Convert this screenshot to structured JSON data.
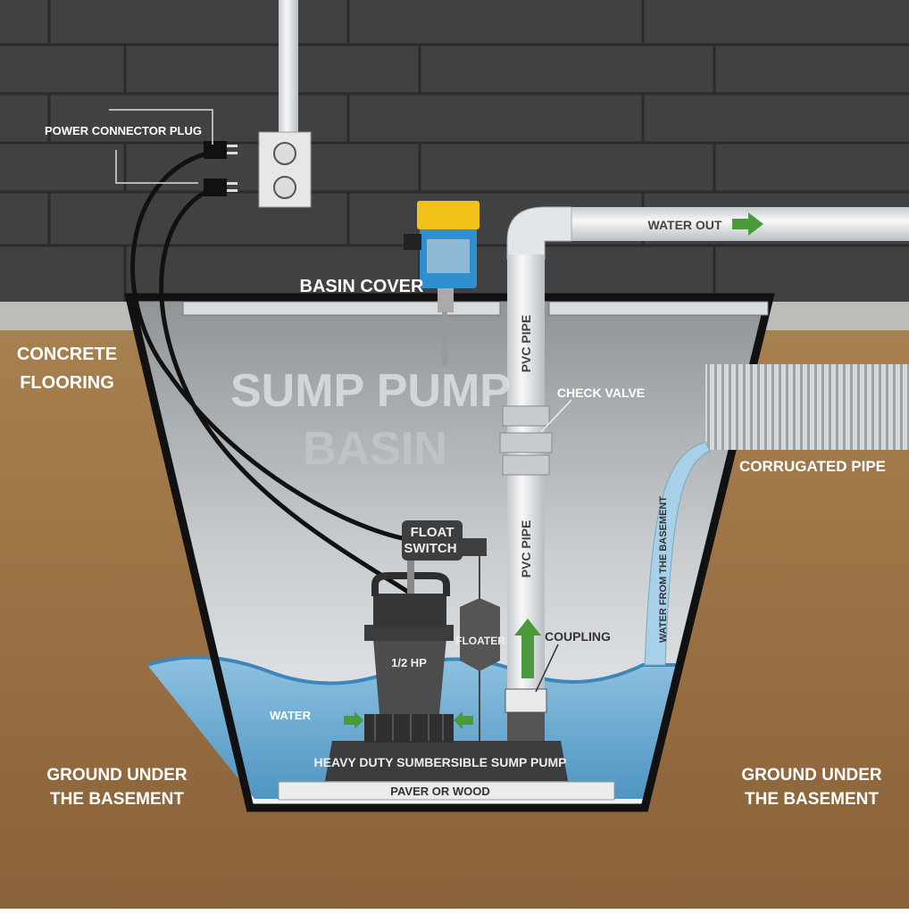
{
  "labels": {
    "power_connector_plug": "POWER CONNECTOR PLUG",
    "basin_cover": "BASIN COVER",
    "water_out": "WATER OUT",
    "concrete_flooring_1": "CONCRETE",
    "concrete_flooring_2": "FLOORING",
    "title_1": "SUMP PUMP",
    "title_2": "BASIN",
    "pvc_pipe_upper": "PVC PIPE",
    "check_valve": "CHECK VALVE",
    "corrugated_pipe": "CORRUGATED PIPE",
    "float_switch_1": "FLOAT",
    "float_switch_2": "SWITCH",
    "pvc_pipe_lower": "PVC PIPE",
    "water_from_basement": "WATER FROM THE BASEMENT",
    "floater": "FLOATER",
    "coupling": "COUPLING",
    "pump_hp": "1/2 HP",
    "water": "WATER",
    "pump_base": "HEAVY DUTY SUMBERSIBLE SUMP PUMP",
    "paver": "PAVER OR WOOD",
    "ground_left_1": "GROUND UNDER",
    "ground_left_2": "THE BASEMENT",
    "ground_right_1": "GROUND UNDER",
    "ground_right_2": "THE BASEMENT"
  },
  "colors": {
    "wall": "#3f4143",
    "ground": "#9c7448",
    "water": "#6aa9cf",
    "pipe": "#e8eaec",
    "arrow": "#4a9a3c",
    "sensor_cap": "#f2c21a",
    "sensor_body": "#2f8fd0"
  }
}
